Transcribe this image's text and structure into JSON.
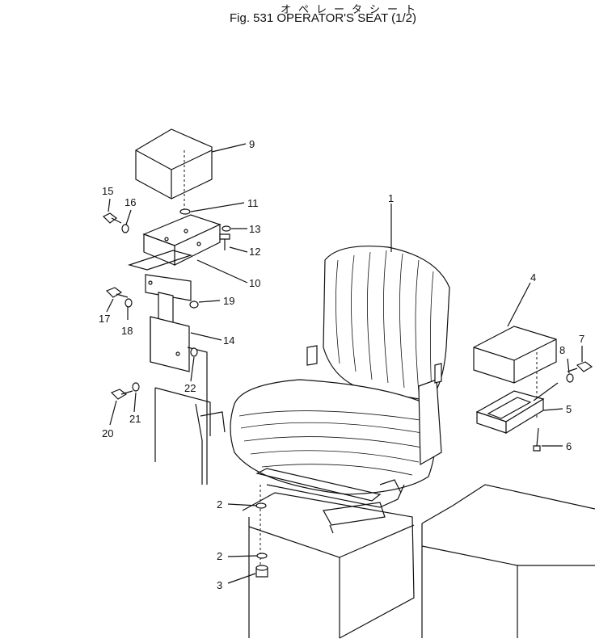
{
  "figure": {
    "title_jp": "オペレータシート",
    "title_en": "Fig. 531  OPERATOR'S SEAT (1/2)"
  },
  "callouts": [
    {
      "id": "c1",
      "label": "1"
    },
    {
      "id": "c2a",
      "label": "2"
    },
    {
      "id": "c2b",
      "label": "2"
    },
    {
      "id": "c3",
      "label": "3"
    },
    {
      "id": "c4",
      "label": "4"
    },
    {
      "id": "c5",
      "label": "5"
    },
    {
      "id": "c6",
      "label": "6"
    },
    {
      "id": "c7",
      "label": "7"
    },
    {
      "id": "c8",
      "label": "8"
    },
    {
      "id": "c9",
      "label": "9"
    },
    {
      "id": "c10",
      "label": "10"
    },
    {
      "id": "c11",
      "label": "11"
    },
    {
      "id": "c12",
      "label": "12"
    },
    {
      "id": "c13",
      "label": "13"
    },
    {
      "id": "c14",
      "label": "14"
    },
    {
      "id": "c15",
      "label": "15"
    },
    {
      "id": "c16",
      "label": "16"
    },
    {
      "id": "c17",
      "label": "17"
    },
    {
      "id": "c18",
      "label": "18"
    },
    {
      "id": "c19",
      "label": "19"
    },
    {
      "id": "c20",
      "label": "20"
    },
    {
      "id": "c21",
      "label": "21"
    },
    {
      "id": "c22",
      "label": "22"
    }
  ]
}
